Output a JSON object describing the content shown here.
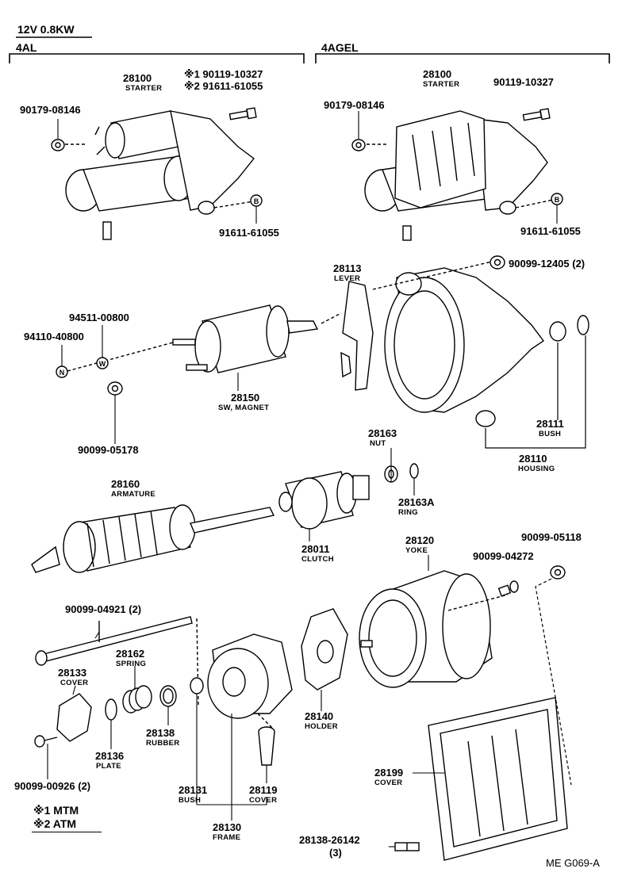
{
  "header": {
    "spec": "12V 0.8KW",
    "group_left": "4AL",
    "group_right": "4AGEL"
  },
  "notes": {
    "n1_label": "※1 90119-10327",
    "n2_label": "※2 91611-61055",
    "legend1": "※1 MTM",
    "legend2": "※2 ATM"
  },
  "figure_code": "ME G069-A",
  "parts": {
    "starter_left_no": "28100",
    "starter_left_name": "STARTER",
    "nut_left_no": "90179-08146",
    "bolt_left_no": "91611-61055",
    "starter_right_no": "28100",
    "starter_right_name": "STARTER",
    "nut_right_no": "90179-08146",
    "bolt_right_top_no": "90119-10327",
    "bolt_right_no": "91611-61055",
    "lever_no": "28113",
    "lever_name": "LEVER",
    "nut_housing_no": "90099-12405 (2)",
    "washer_no": "94511-00800",
    "nut_sw_no": "94110-40800",
    "sw_no": "28150",
    "sw_name": "SW, MAGNET",
    "nut_sw2_no": "90099-05178",
    "bush_no": "28111",
    "bush_name": "BUSH",
    "housing_no": "28110",
    "housing_name": "HOUSING",
    "nut_no": "28163",
    "nut_name": "NUT",
    "ring_no": "28163A",
    "ring_name": "RING",
    "armature_no": "28160",
    "armature_name": "ARMATURE",
    "clutch_no": "28011",
    "clutch_name": "CLUTCH",
    "yoke_no": "28120",
    "yoke_name": "YOKE",
    "nut_yoke_no": "90099-05118",
    "screw_yoke_no": "90099-04272",
    "through_bolt_no": "90099-04921 (2)",
    "spring_no": "28162",
    "spring_name": "SPRING",
    "cover_small_no": "28133",
    "cover_small_name": "COVER",
    "rubber_no": "28138",
    "rubber_name": "RUBBER",
    "plate_no": "28136",
    "plate_name": "PLATE",
    "screw_cover_no": "90099-00926 (2)",
    "holder_no": "28140",
    "holder_name": "HOLDER",
    "bush_frame_no": "28131",
    "bush_frame_name": "BUSH",
    "cover_cap_no": "28119",
    "cover_cap_name": "COVER",
    "frame_no": "28130",
    "frame_name": "FRAME",
    "cover_big_no": "28199",
    "cover_big_name": "COVER",
    "clip_no": "28138-26142",
    "clip_qty": "(3)"
  },
  "callouts": {
    "b1": "B",
    "b2": "B",
    "n": "N",
    "w": "W"
  }
}
